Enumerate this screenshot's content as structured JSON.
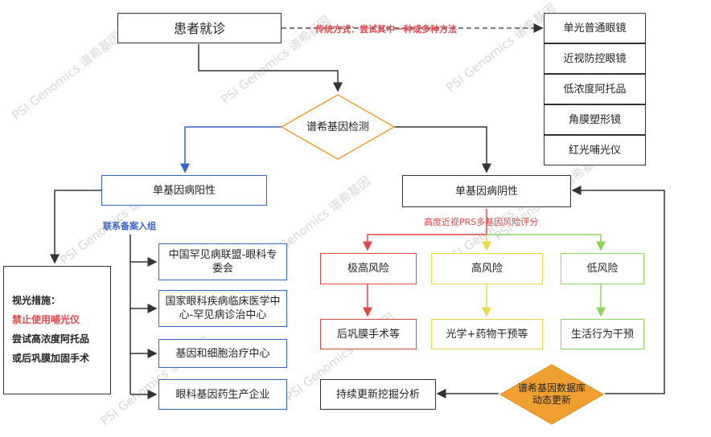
{
  "watermark": "PSI Genomics 谱希基因",
  "nodes": {
    "visit": "患者就诊",
    "traditional_label": "传统方式：尝试其中一种或多种方法",
    "traditional_methods": [
      "单光普通眼镜",
      "近视防控眼镜",
      "低浓度阿托品",
      "角膜塑形镜",
      "红光哺光仪"
    ],
    "gene_test": "谱希基因检测",
    "monogenic_positive": "单基因病阳性",
    "monogenic_negative": "单基因病阴性",
    "refer_label": "联系备案入组",
    "institutions": [
      "中国罕见病联盟-眼科专委会",
      "国家眼科疾病临床医学中心-罕见病诊治中心",
      "基因和细胞治疗中心",
      "眼科基因药生产企业"
    ],
    "measures": {
      "title": "视光措施：",
      "warning": "禁止使用哺光仪",
      "line1": "尝试高浓度阿托品",
      "line2": "或后巩膜加固手术"
    },
    "prs_label": "高度近视PRS多基因风险评分",
    "risks": [
      "极高风险",
      "高风险",
      "低风险"
    ],
    "interventions": [
      "后巩膜手术等",
      "光学+药物干预等",
      "生活行为干预"
    ],
    "database_line1": "谱希基因数据库",
    "database_line2": "动态更新",
    "mining": "持续更新挖掘分析"
  },
  "colors": {
    "red": "#e0464a",
    "yellow": "#e8d84a",
    "green": "#8ed45a",
    "blue": "#3a63c8",
    "orange": "#f0a030",
    "dark": "#333333"
  }
}
